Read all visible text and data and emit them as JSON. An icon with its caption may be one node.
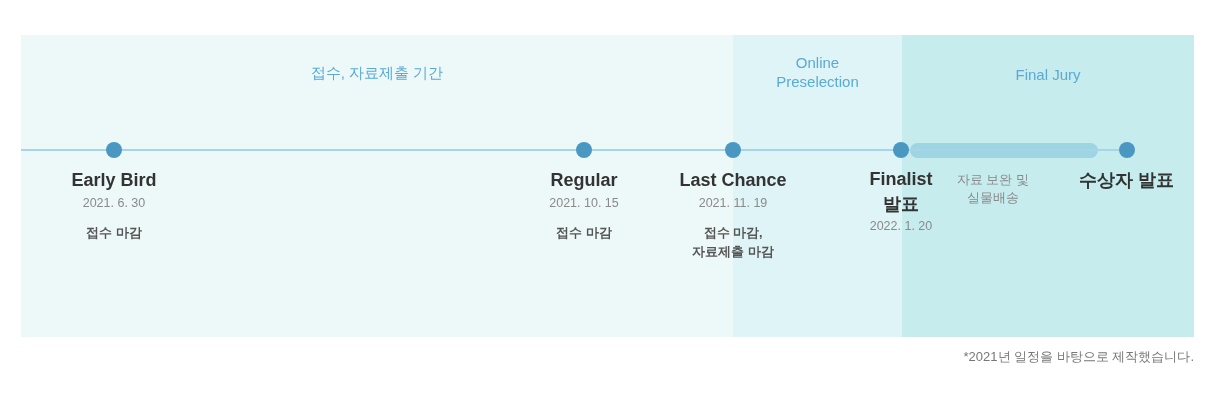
{
  "diagram": {
    "nodes": [
      {
        "text": [
          "접수, 자료제출 기간"
        ]
      },
      {
        "text": [
          "Online Preselection"
        ]
      },
      {
        "text": [
          "Final Jury"
        ]
      },
      {
        "text": [],
        "shape": "bar",
        "in": 2,
        "beside": [
          "자료 보완 및 실물배송"
        ]
      }
    ],
    "labels": [
      "Early Bird",
      "2021. 6. 30",
      "접수 마감",
      "Regular",
      "2021. 10. 15",
      "접수 마감",
      "Last Chance",
      "2021. 11. 19",
      "접수 마감, 자료제출 마감",
      "Finalist 발표",
      "2022. 1. 20",
      "수상자 발표",
      "*2021년 일정을 바탕으로 제작했습니다."
    ]
  }
}
